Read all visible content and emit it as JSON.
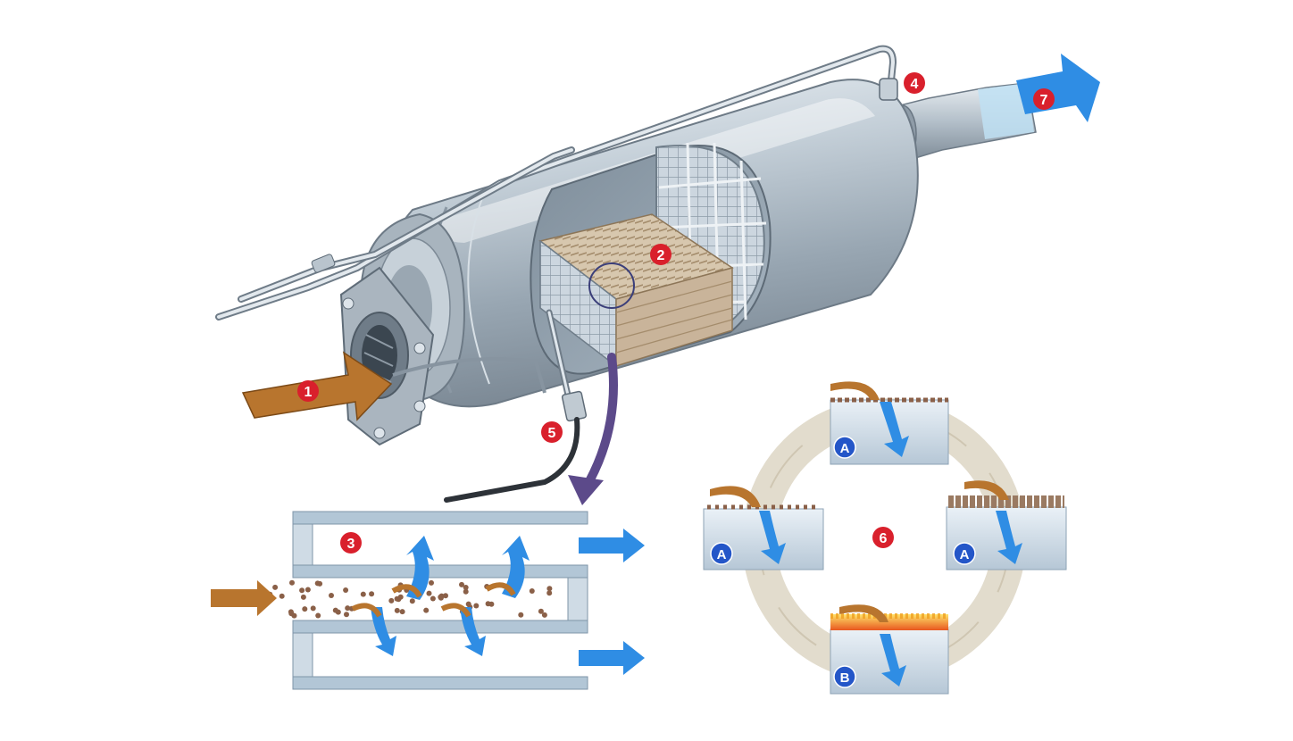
{
  "diagram": {
    "numbered_callouts": [
      {
        "id": "exhaust-inlet",
        "label": "1"
      },
      {
        "id": "filter-core",
        "label": "2"
      },
      {
        "id": "wall-flow-detail",
        "label": "3"
      },
      {
        "id": "pressure-sensor",
        "label": "4"
      },
      {
        "id": "temperature-sensor",
        "label": "5"
      },
      {
        "id": "regeneration-cycle",
        "label": "6"
      },
      {
        "id": "exhaust-outlet",
        "label": "7"
      }
    ],
    "cycle_stage_labels": [
      {
        "id": "stage-top",
        "label": "A"
      },
      {
        "id": "stage-left",
        "label": "A"
      },
      {
        "id": "stage-right",
        "label": "A"
      },
      {
        "id": "stage-bottom",
        "label": "B"
      }
    ],
    "colors": {
      "callout_red": "#d9202c",
      "stage_blue": "#2456c8",
      "exhaust_brown": "#b8752e",
      "clean_air_blue": "#2f8de4",
      "steel": "#b7c2cc",
      "cycle_ring": "#e2dccd",
      "glow": "#f0a020"
    }
  }
}
